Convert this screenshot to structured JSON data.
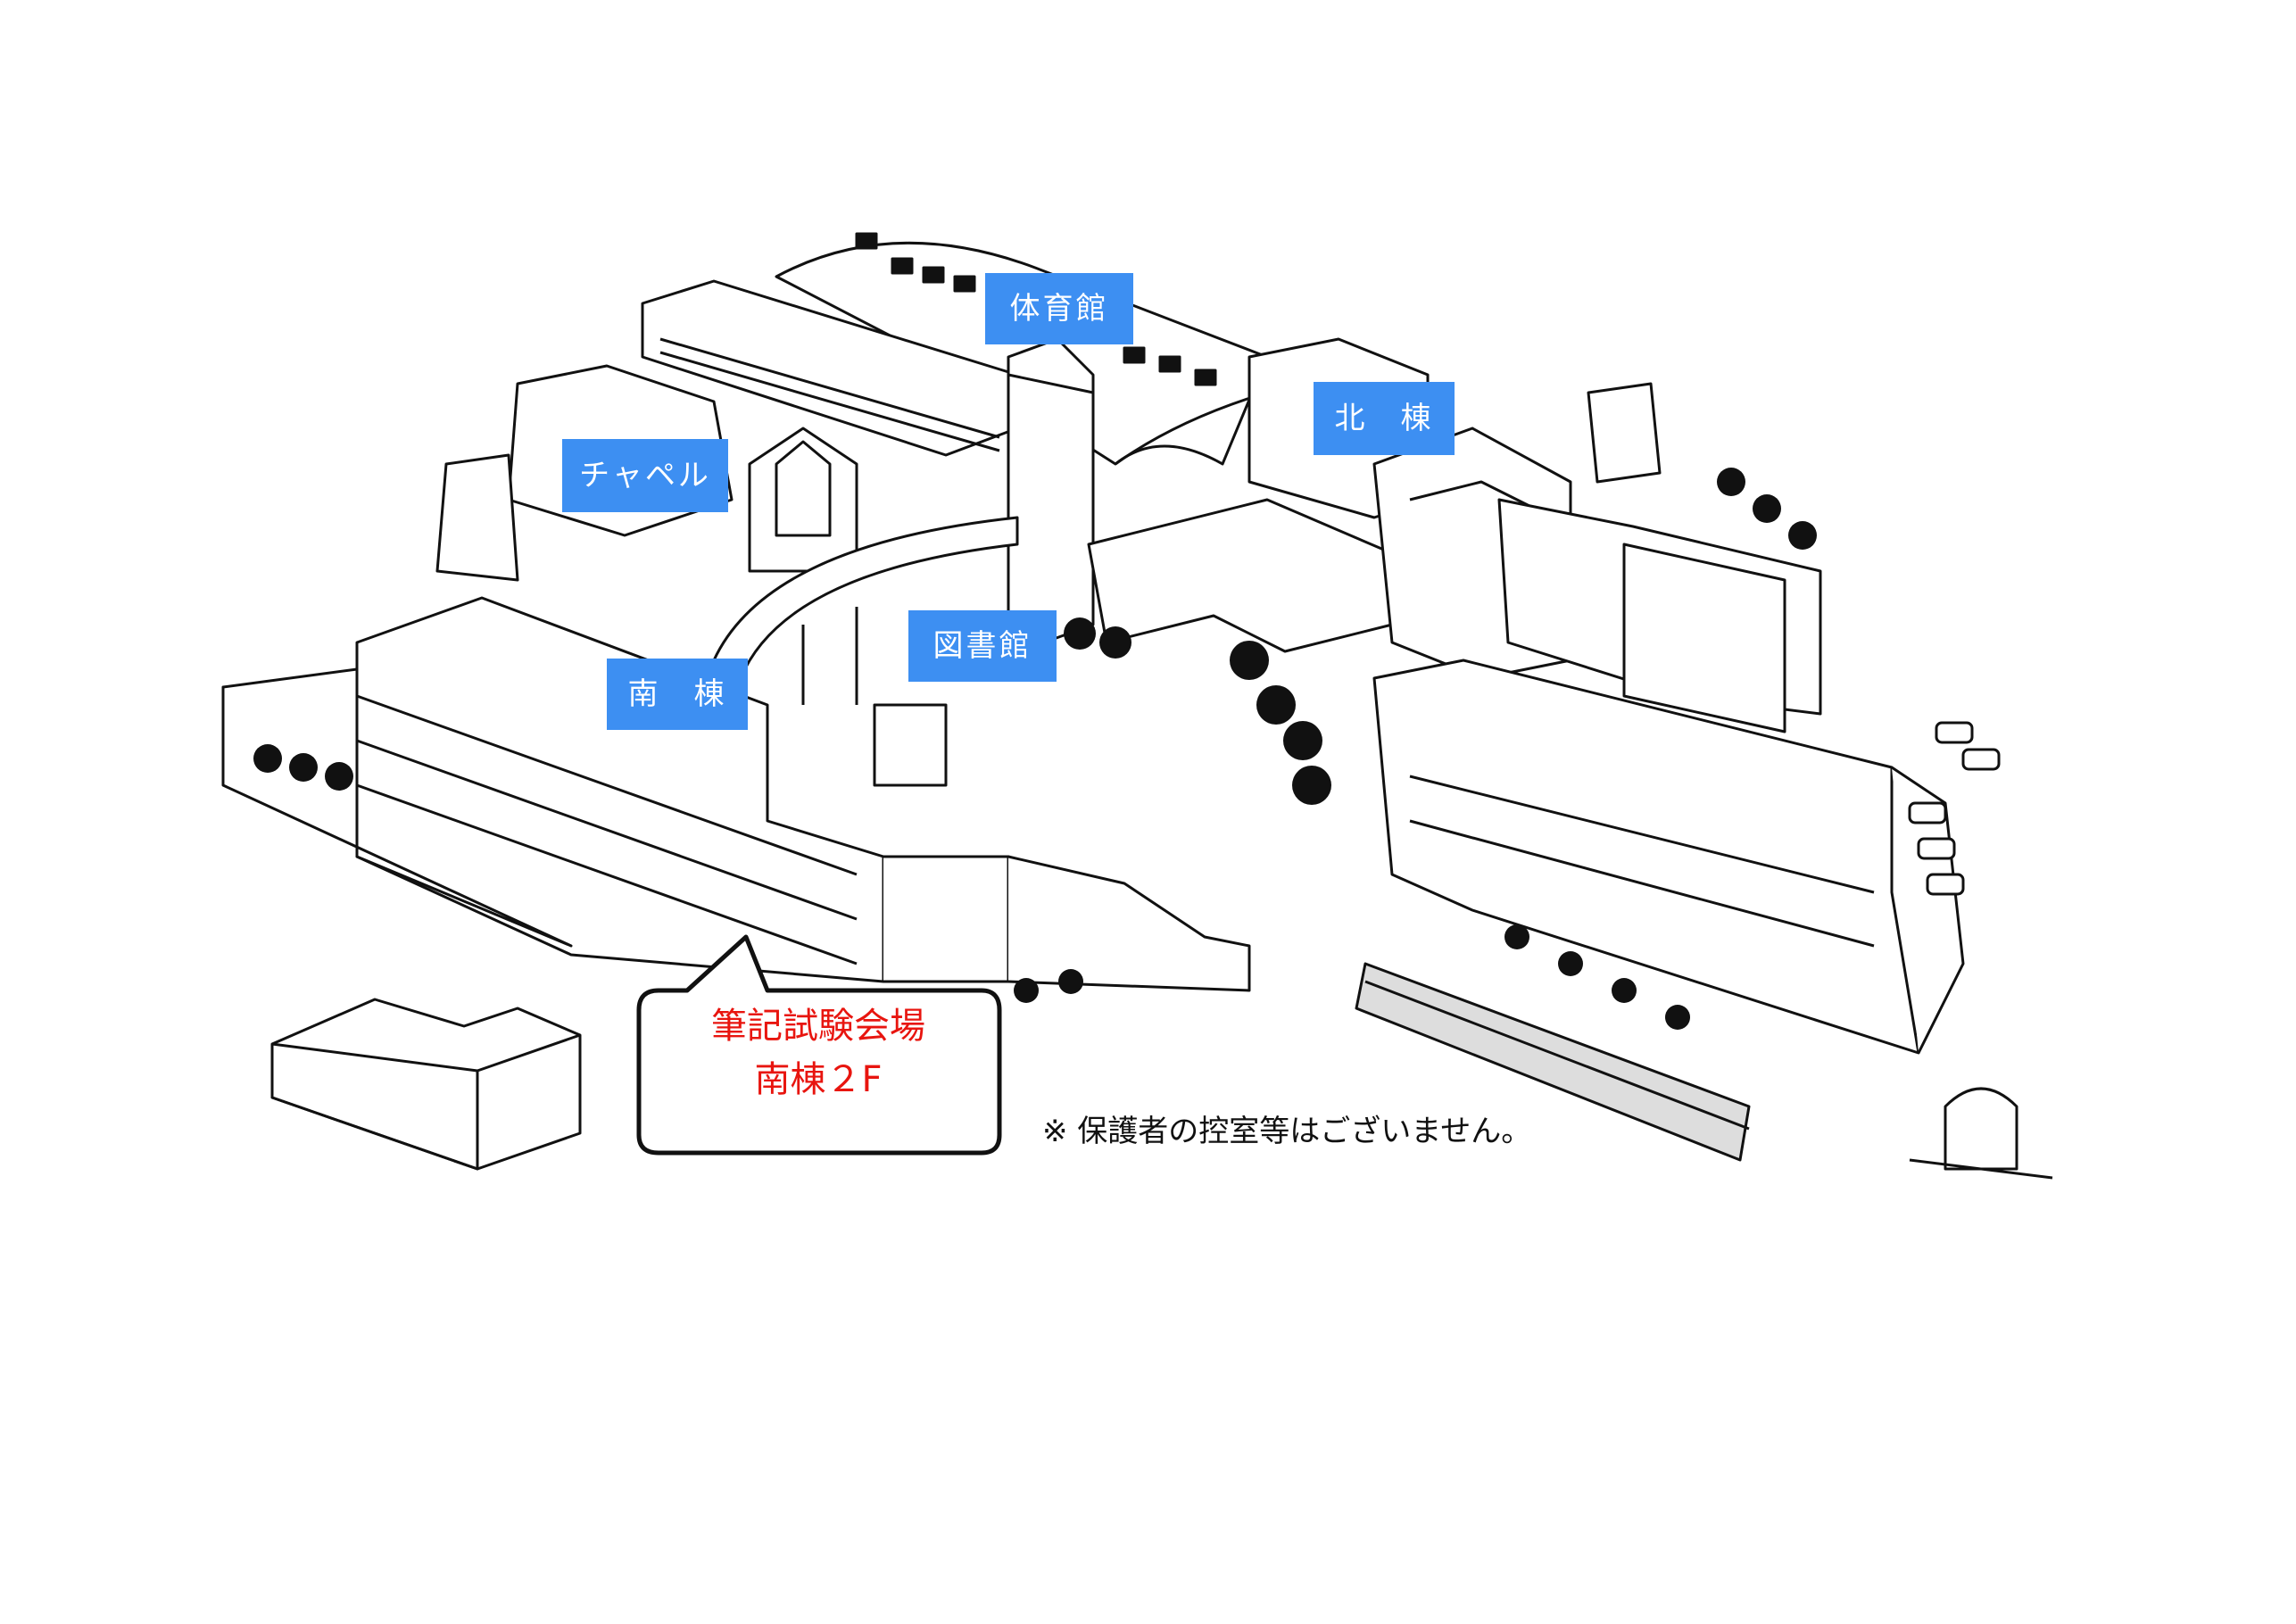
{
  "labels": {
    "gym": "体育館",
    "north": "北　棟",
    "chapel": "チャペル",
    "library": "図書館",
    "south": "南　棟"
  },
  "callout": {
    "line1": "筆記試験会場",
    "line2": "南棟２F",
    "text_color": "#e8150f"
  },
  "note": "※ 保護者の控室等はございません。",
  "colors": {
    "label_bg": "#3d8ff2",
    "label_text": "#ffffff",
    "line": "#111111"
  }
}
